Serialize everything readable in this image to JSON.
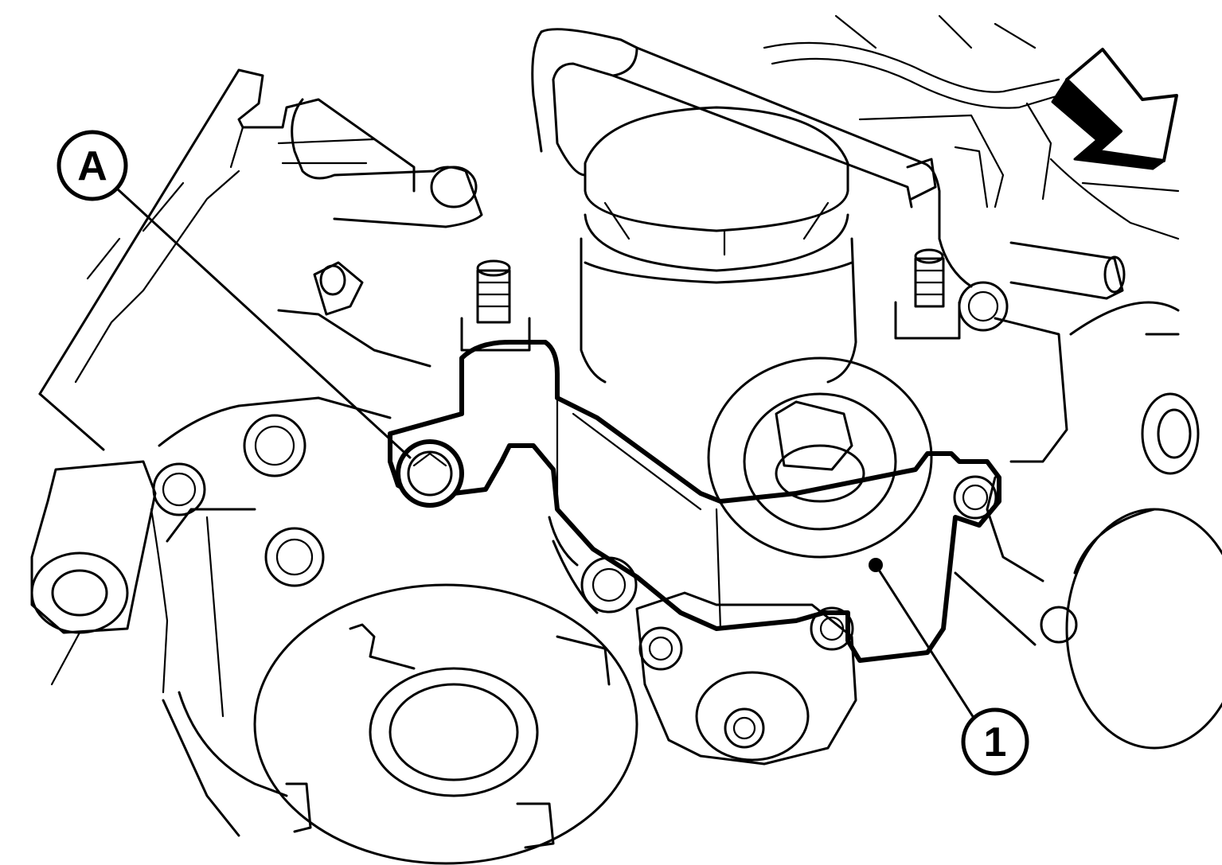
{
  "callouts": {
    "a": {
      "label": "A",
      "target": "bolt-a"
    },
    "one": {
      "label": "1",
      "target": "bracket"
    }
  },
  "icons": {
    "direction_arrow": "arrow-down-right-icon"
  },
  "colors": {
    "ink": "#000000",
    "paper": "#ffffff",
    "highlight_pattern": "#000000"
  }
}
